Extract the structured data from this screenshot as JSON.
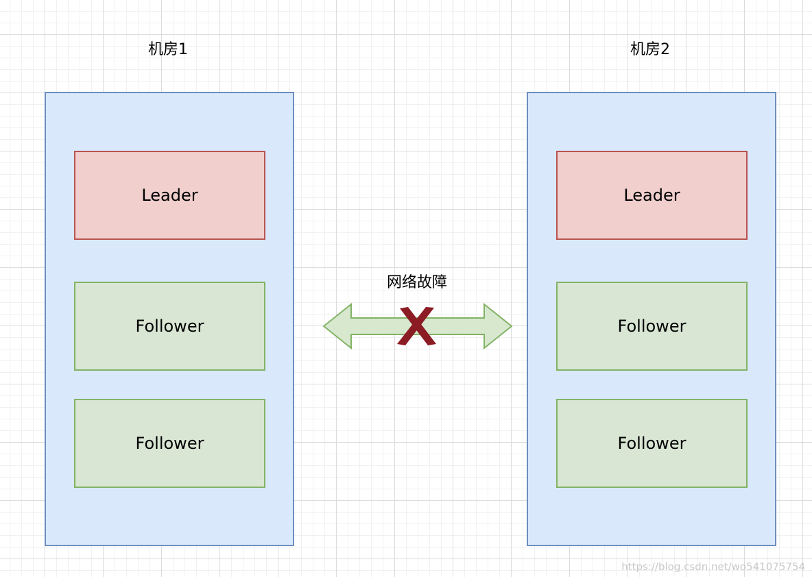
{
  "colors": {
    "dc_fill": "#dae8fc",
    "dc_border": "#6c8ebf",
    "leader_fill": "#f0cfcd",
    "leader_border": "#b85450",
    "follower_fill": "#d9e6d4",
    "follower_border": "#82b366",
    "arrow_fill": "#d8e8cf",
    "arrow_border": "#82b366",
    "cross": "#8c1c24"
  },
  "datacenters": [
    {
      "label": "机房1",
      "nodes": [
        {
          "role": "leader",
          "label": "Leader"
        },
        {
          "role": "follower",
          "label": "Follower"
        },
        {
          "role": "follower",
          "label": "Follower"
        }
      ]
    },
    {
      "label": "机房2",
      "nodes": [
        {
          "role": "leader",
          "label": "Leader"
        },
        {
          "role": "follower",
          "label": "Follower"
        },
        {
          "role": "follower",
          "label": "Follower"
        }
      ]
    }
  ],
  "link": {
    "label": "网络故障",
    "status_icon": "cross-icon"
  },
  "watermark": "https://blog.csdn.net/wo541075754"
}
